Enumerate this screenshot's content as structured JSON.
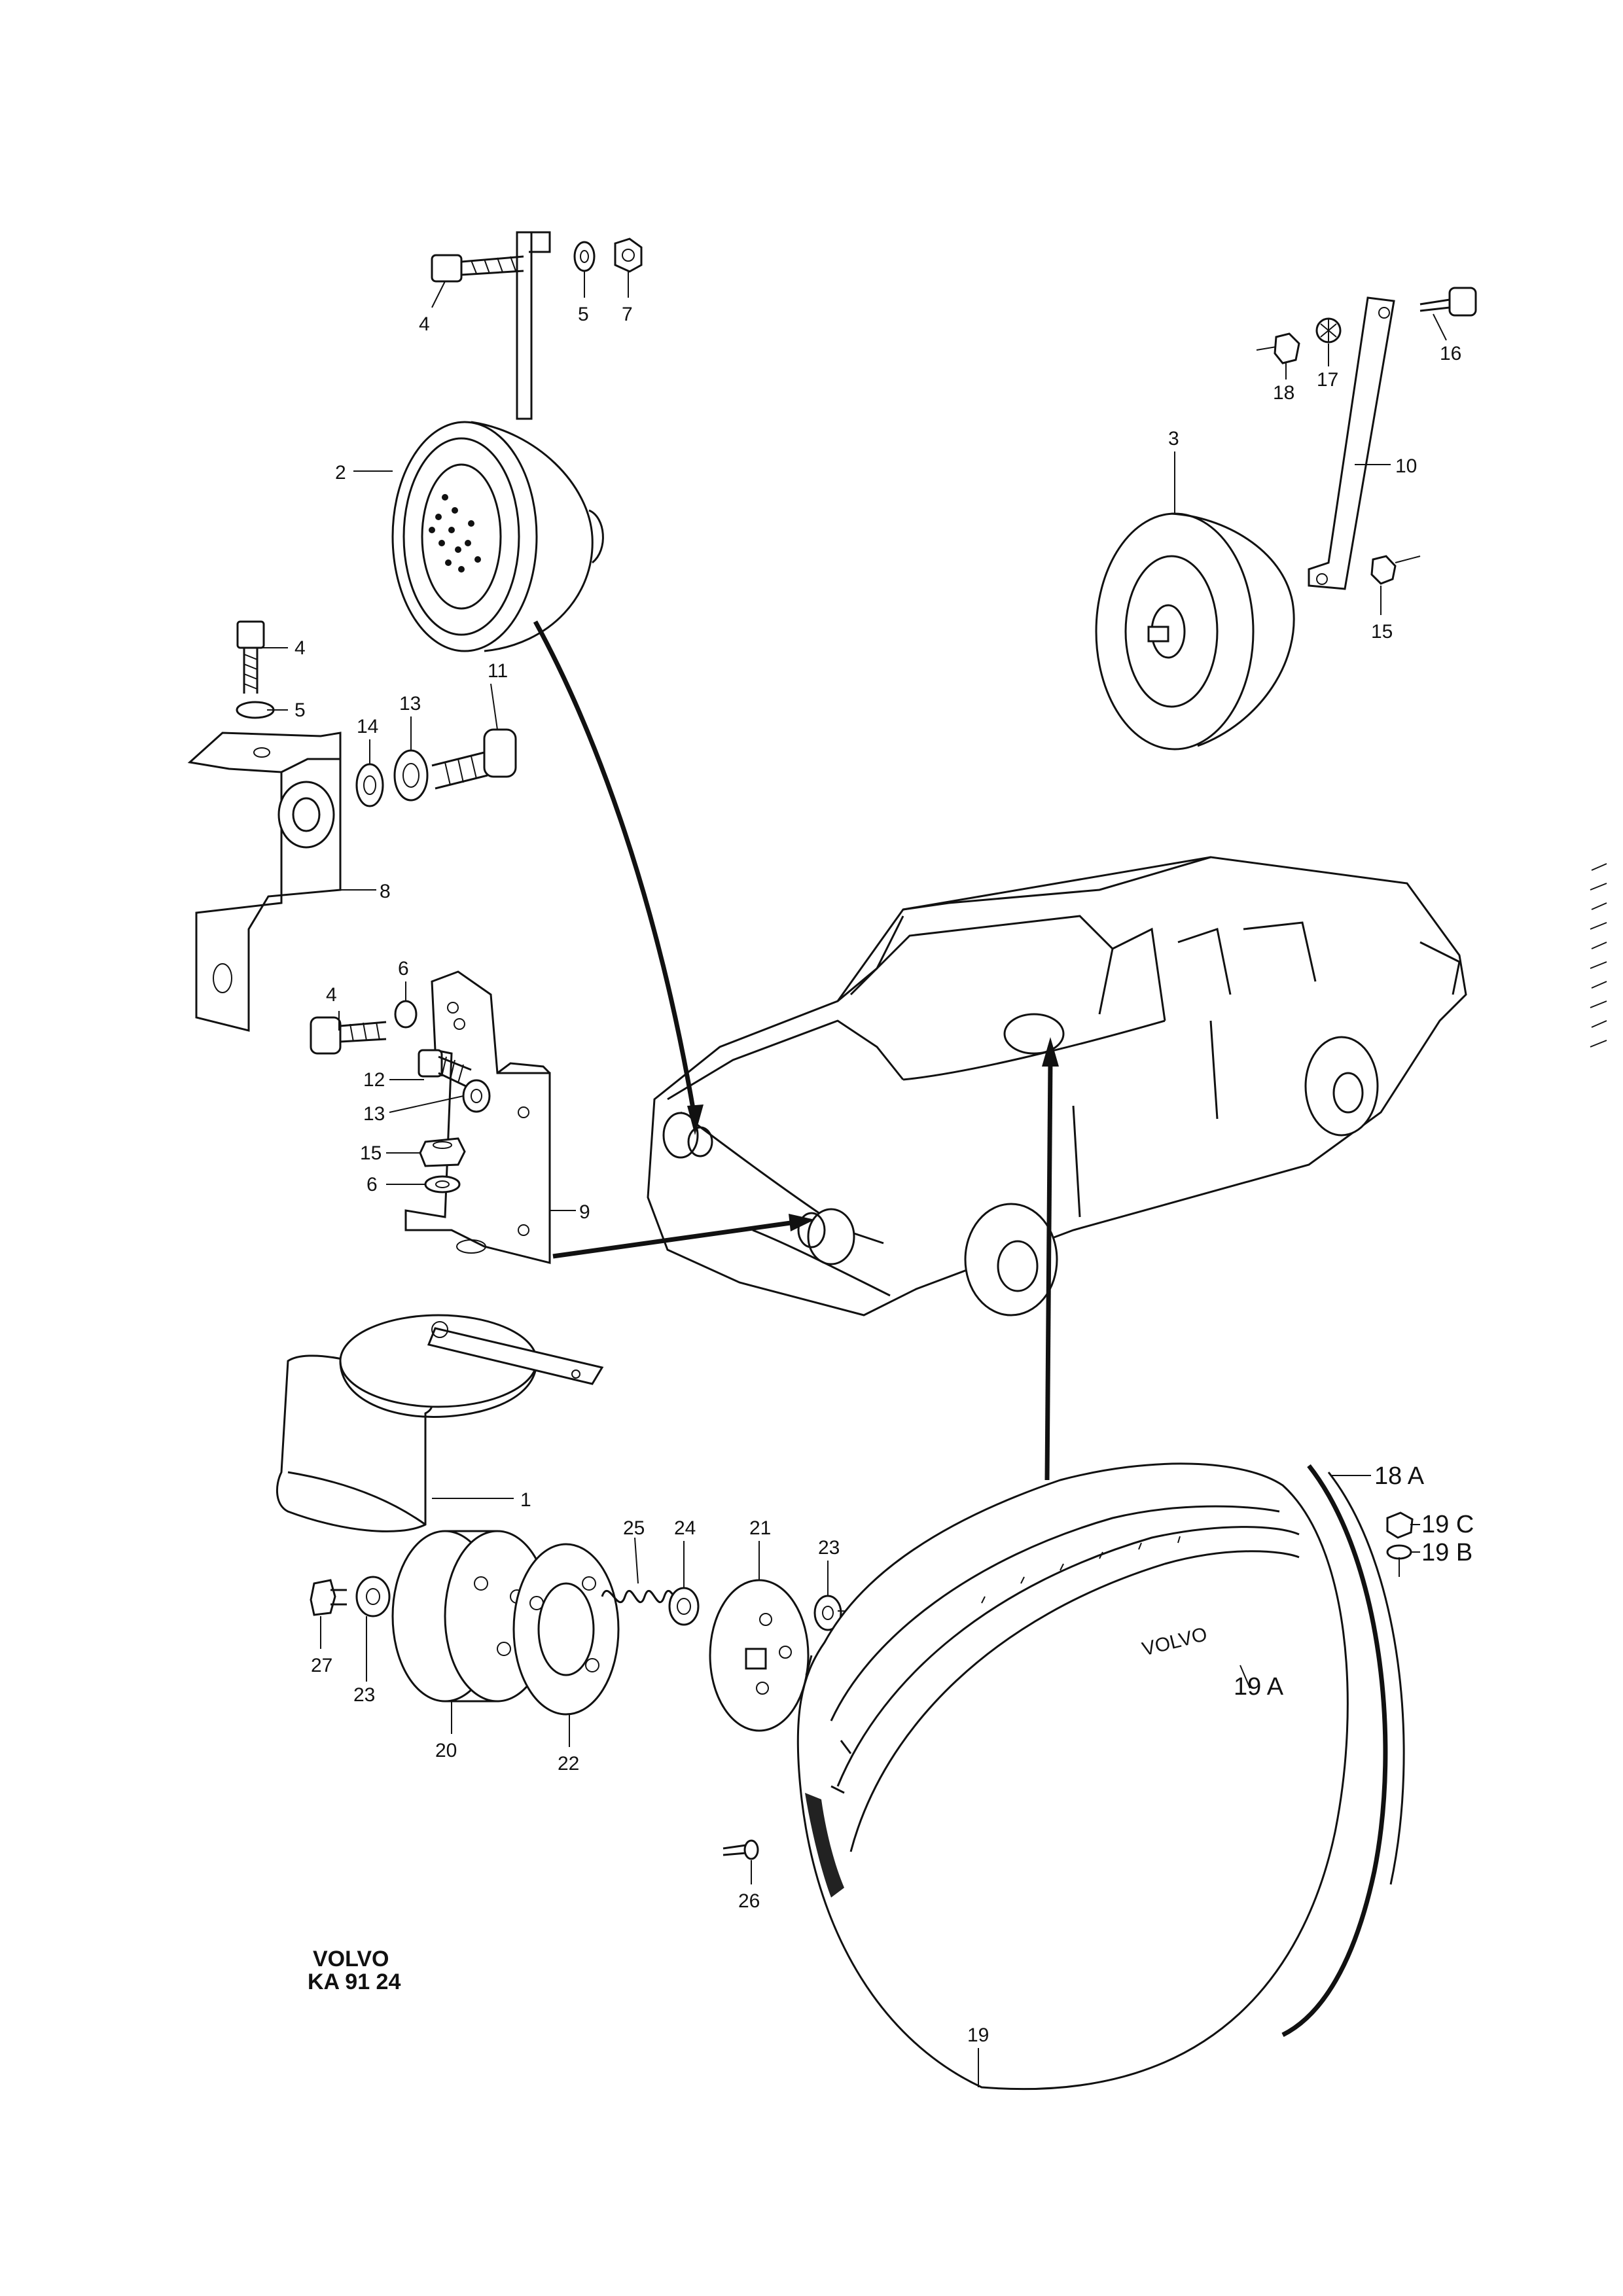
{
  "part_labels": {
    "p1": "1",
    "p2": "2",
    "p3": "3",
    "p4a": "4",
    "p4b": "4",
    "p4c": "4",
    "p5a": "5",
    "p5b": "5",
    "p6a": "6",
    "p6b": "6",
    "p7": "7",
    "p8": "8",
    "p9": "9",
    "p10": "10",
    "p11": "11",
    "p12": "12",
    "p13a": "13",
    "p13b": "13",
    "p14": "14",
    "p15a": "15",
    "p15b": "15",
    "p16": "16",
    "p17": "17",
    "p18": "18",
    "p18A": "18 A",
    "p19": "19",
    "p19A": "19 A",
    "p19B": "19 B",
    "p19C": "19 C",
    "p20": "20",
    "p21": "21",
    "p22": "22",
    "p23a": "23",
    "p23b": "23",
    "p24": "24",
    "p25": "25",
    "p26": "26",
    "p27": "27"
  },
  "emblem_text": "VOLVO",
  "reference": {
    "line1": "VOLVO",
    "line2": "KA 91 24"
  }
}
